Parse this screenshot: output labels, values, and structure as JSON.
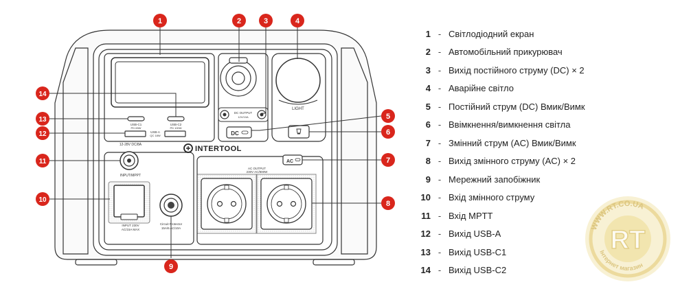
{
  "brand": "INTERTOOL",
  "watermark": {
    "url": "WWW.RT.CO.UA",
    "logo": "RT",
    "caption": "Інтернет магазин"
  },
  "panel_labels": {
    "light": "LIGHT",
    "dc_output": "DC OUTPUT",
    "dc_output_rating": "12V/10A",
    "dc_button": "DC",
    "ac_button": "AC",
    "usb_c1": "USB-C1",
    "usb_c1_rating": "PD 65W",
    "usb_c2": "USB-C2",
    "usb_c2_rating": "PD 100W",
    "usb_a": "USB-A",
    "usb_a_rating": "QC 18W",
    "mppt_rating": "12-28V DC/8A",
    "mppt_label": "INPUT/MPPT",
    "ac_input_rating": "INPUT 230V",
    "ac_input_rating2": "AC/15A MAX",
    "breaker_label": "Circuit Protector",
    "breaker_rating": "15A/6 AC/10A",
    "ac_output": "AC OUTPUT",
    "ac_output_rating": "230V AC/800W"
  },
  "legend": [
    {
      "num": "1",
      "text": "Світлодіодний екран"
    },
    {
      "num": "2",
      "text": "Автомобільний прикурювач"
    },
    {
      "num": "3",
      "text": "Вихід постійного струму (DC) × 2"
    },
    {
      "num": "4",
      "text": "Аварійне світло"
    },
    {
      "num": "5",
      "text": "Постійний струм (DC) Вмик/Вимк"
    },
    {
      "num": "6",
      "text": "Ввімкнення/вимкнення світла"
    },
    {
      "num": "7",
      "text": "Змінний струм (AC) Вмик/Вимк"
    },
    {
      "num": "8",
      "text": "Вихід змінного струму (AC) × 2"
    },
    {
      "num": "9",
      "text": "Мережний запобіжник"
    },
    {
      "num": "10",
      "text": "Вхід змінного струму"
    },
    {
      "num": "11",
      "text": "Вхід MPTT"
    },
    {
      "num": "12",
      "text": "Вихід USB-A"
    },
    {
      "num": "13",
      "text": "Вихід USB-C1"
    },
    {
      "num": "14",
      "text": "Вихід USB-C2"
    }
  ],
  "callouts": [
    "1",
    "2",
    "3",
    "4",
    "5",
    "6",
    "7",
    "8",
    "9",
    "10",
    "11",
    "12",
    "13",
    "14"
  ],
  "colors": {
    "callout": "#d9261c",
    "line": "#333333",
    "legend_text": "#222222"
  }
}
